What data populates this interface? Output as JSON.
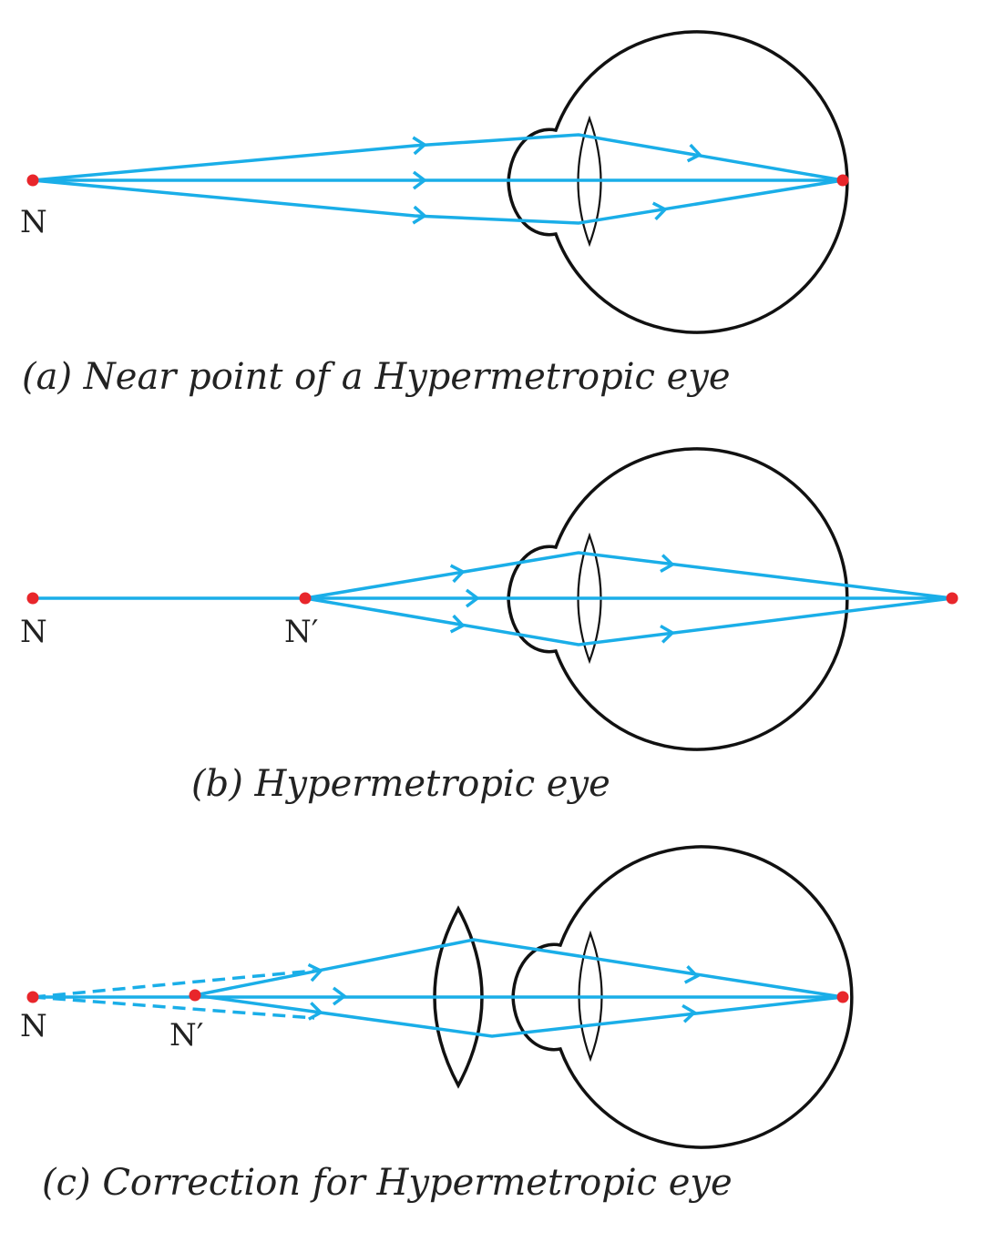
{
  "colors": {
    "ray": "#1aaee8",
    "point": "#e8262b",
    "outline": "#111111"
  },
  "panel_a": {
    "caption": "(a) Near point of a Hypermetropic eye",
    "point_label": "N"
  },
  "panel_b": {
    "caption": "(b) Hypermetropic eye",
    "point_label": "N",
    "image_point_label": "N′"
  },
  "panel_c": {
    "caption": "(c) Correction for Hypermetropic eye",
    "point_label": "N",
    "image_point_label": "N′"
  }
}
